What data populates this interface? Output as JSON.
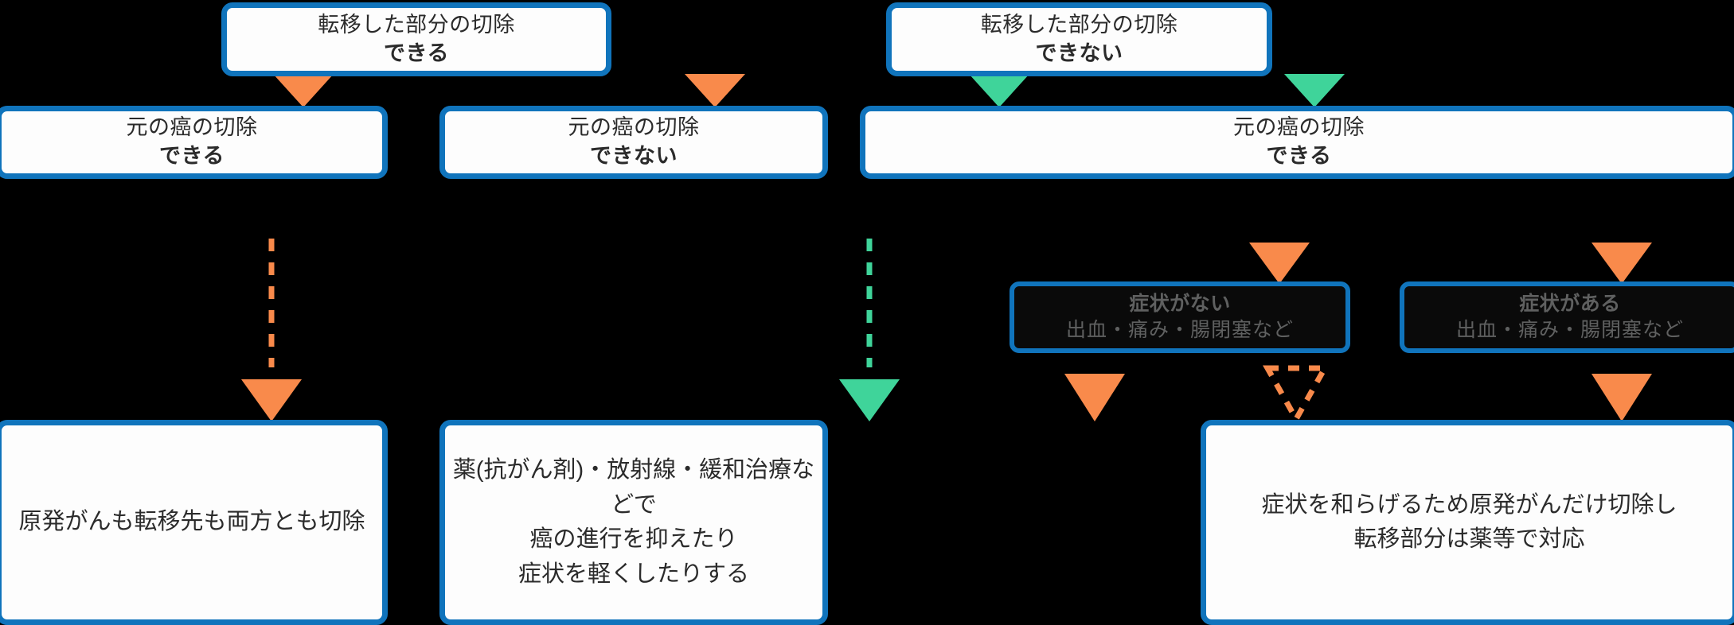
{
  "diagram": {
    "title": "",
    "colors": {
      "box_border": "#1074bc",
      "box_fill": "#fdfdfd",
      "dark_box_fill": "#0a0a0a",
      "dark_box_text": "#5f6060",
      "arrow_orange": "#f98a4b",
      "arrow_green": "#3fd49a",
      "background": "#000000",
      "text": "#2b2b2b"
    },
    "row1": [
      {
        "id": "met-resect-yes",
        "line1": "転移した部分の切除",
        "line2": "できる"
      },
      {
        "id": "met-resect-no",
        "line1": "転移した部分の切除",
        "line2": "できない"
      }
    ],
    "row2": [
      {
        "id": "primary-resect-yes-left",
        "line1": "元の癌の切除",
        "line2": "できる"
      },
      {
        "id": "primary-resect-no-mid",
        "line1": "元の癌の切除",
        "line2": "できない"
      },
      {
        "id": "primary-resect-yes-right",
        "line1": "元の癌の切除",
        "line2": "できる"
      }
    ],
    "symptoms": [
      {
        "id": "no-symptoms",
        "line1": "症状がない",
        "line2": "出血・痛み・腸閉塞など"
      },
      {
        "id": "has-symptoms",
        "line1": "症状がある",
        "line2": "出血・痛み・腸閉塞など"
      }
    ],
    "results": [
      {
        "id": "resect-both",
        "lines": [
          "原発がんも転移先も両方とも切除"
        ]
      },
      {
        "id": "systemic-therapy",
        "lines": [
          "薬(抗がん剤)・放射線・緩和治療などで",
          "癌の進行を抑えたり",
          "症状を軽くしたりする"
        ]
      },
      {
        "id": "palliative-primary-resection",
        "lines": [
          "症状を和らげるため原発がんだけ切除し",
          "転移部分は薬等で対応"
        ]
      }
    ],
    "arrows": [
      {
        "id": "a1",
        "color": "#f98a4b",
        "style": "solid-head",
        "from": "met-resect-yes",
        "to": "primary-resect-yes-left"
      },
      {
        "id": "a2",
        "color": "#f98a4b",
        "style": "solid-head",
        "from": "met-resect-yes",
        "to": "primary-resect-no-mid"
      },
      {
        "id": "a3",
        "color": "#3fd49a",
        "style": "solid-head",
        "from": "met-resect-no",
        "to": "primary-resect-no-mid"
      },
      {
        "id": "a4",
        "color": "#3fd49a",
        "style": "solid-head",
        "from": "met-resect-no",
        "to": "primary-resect-yes-right"
      },
      {
        "id": "a5",
        "color": "#f98a4b",
        "style": "dashed-line",
        "from": "primary-resect-yes-left",
        "to": "resect-both"
      },
      {
        "id": "a6",
        "color": "#3fd49a",
        "style": "dashed-line",
        "from": "primary-resect-no-mid",
        "to": "systemic-therapy"
      },
      {
        "id": "a7",
        "color": "#f98a4b",
        "style": "solid-head",
        "from": "primary-resect-yes-right",
        "to": "no-symptoms"
      },
      {
        "id": "a8",
        "color": "#f98a4b",
        "style": "solid-head",
        "from": "primary-resect-yes-right",
        "to": "has-symptoms"
      },
      {
        "id": "a9",
        "color": "#f98a4b",
        "style": "solid-head",
        "from": "no-symptoms",
        "to": "systemic-therapy"
      },
      {
        "id": "a10",
        "color": "#f98a4b",
        "style": "dashed-head",
        "from": "no-symptoms",
        "to": "palliative-primary-resection"
      },
      {
        "id": "a11",
        "color": "#f98a4b",
        "style": "solid-head",
        "from": "has-symptoms",
        "to": "palliative-primary-resection"
      }
    ]
  }
}
